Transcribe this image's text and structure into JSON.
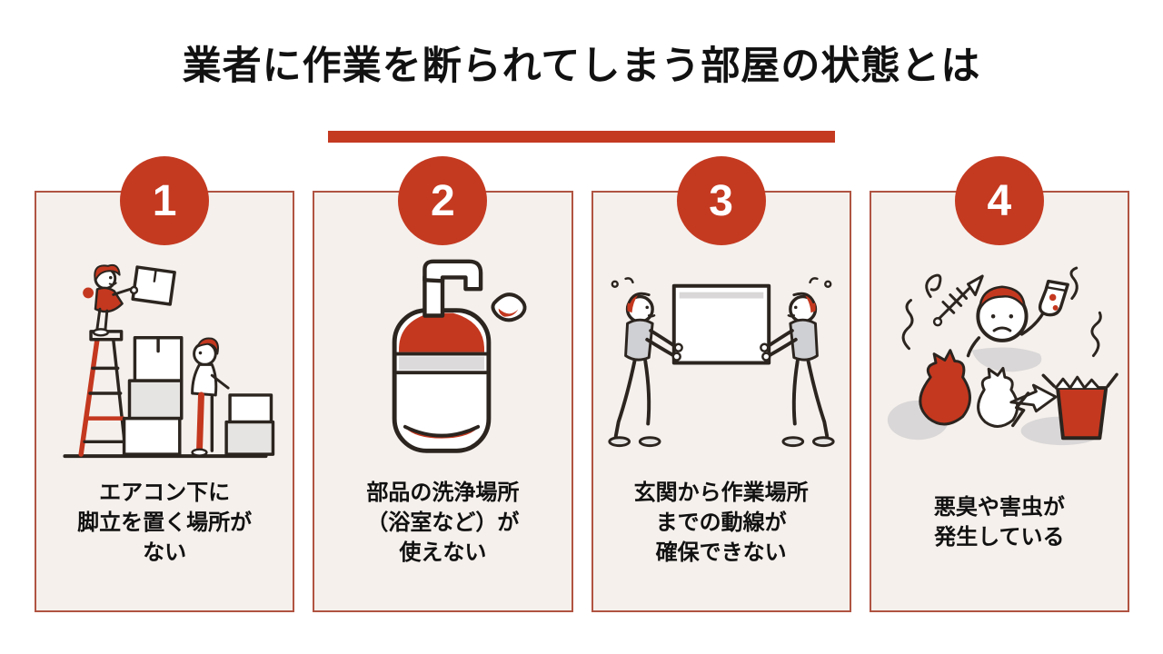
{
  "header": {
    "title": "業者に作業を断られてしまう部屋の状態とは"
  },
  "colors": {
    "accent_red": "#c43a21",
    "card_background": "#f5f0ec",
    "card_border": "#b05442",
    "ink": "#2b241f",
    "illustration_gray": "#d9d7d7"
  },
  "cards": [
    {
      "number": "1",
      "illustration": "stepladder-stacked-boxes-illustration",
      "lines": [
        "エアコン下に",
        "脚立を置く場所が",
        "ない"
      ]
    },
    {
      "number": "2",
      "illustration": "detergent-pump-bottle-illustration",
      "lines": [
        "部品の洗浄場所",
        "（浴室など）が",
        "使えない"
      ]
    },
    {
      "number": "3",
      "illustration": "workers-carrying-box-illustration",
      "lines": [
        "玄関から作業場所",
        "までの動線が",
        "確保できない"
      ]
    },
    {
      "number": "4",
      "illustration": "garbage-odor-pests-illustration",
      "lines": [
        "悪臭や害虫が",
        "発生している"
      ]
    }
  ]
}
